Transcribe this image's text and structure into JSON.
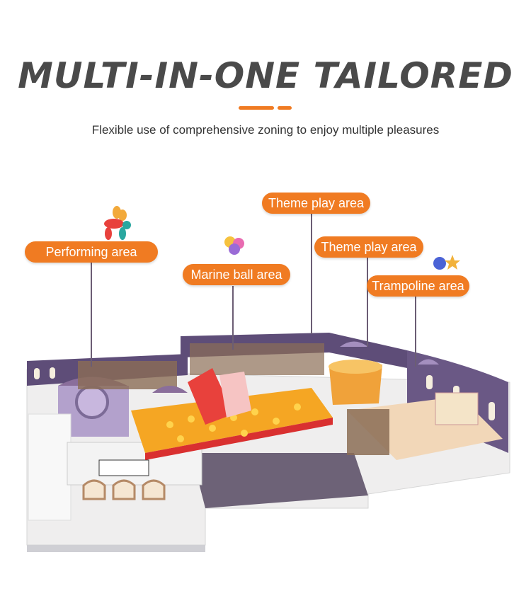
{
  "header": {
    "title": "MULTI-IN-ONE TAILORED",
    "subtitle": "Flexible use of comprehensive zoning to enjoy multiple pleasures",
    "accent_color": "#f07b22"
  },
  "zones": [
    {
      "label": "Performing area",
      "icon": "balloon-dog-icon"
    },
    {
      "label": "Marine ball area",
      "icon": "balloons-icon"
    },
    {
      "label": "Theme play area",
      "icon": ""
    },
    {
      "label": "Theme play area",
      "icon": ""
    },
    {
      "label": "Trampoline area",
      "icon": "balloon-star-icon"
    }
  ],
  "colors": {
    "wall": "#5e4d78",
    "wall_light": "#a48fbf",
    "floor": "#eeeeee",
    "balls": "#f5a623",
    "accent": "#f07b22"
  }
}
